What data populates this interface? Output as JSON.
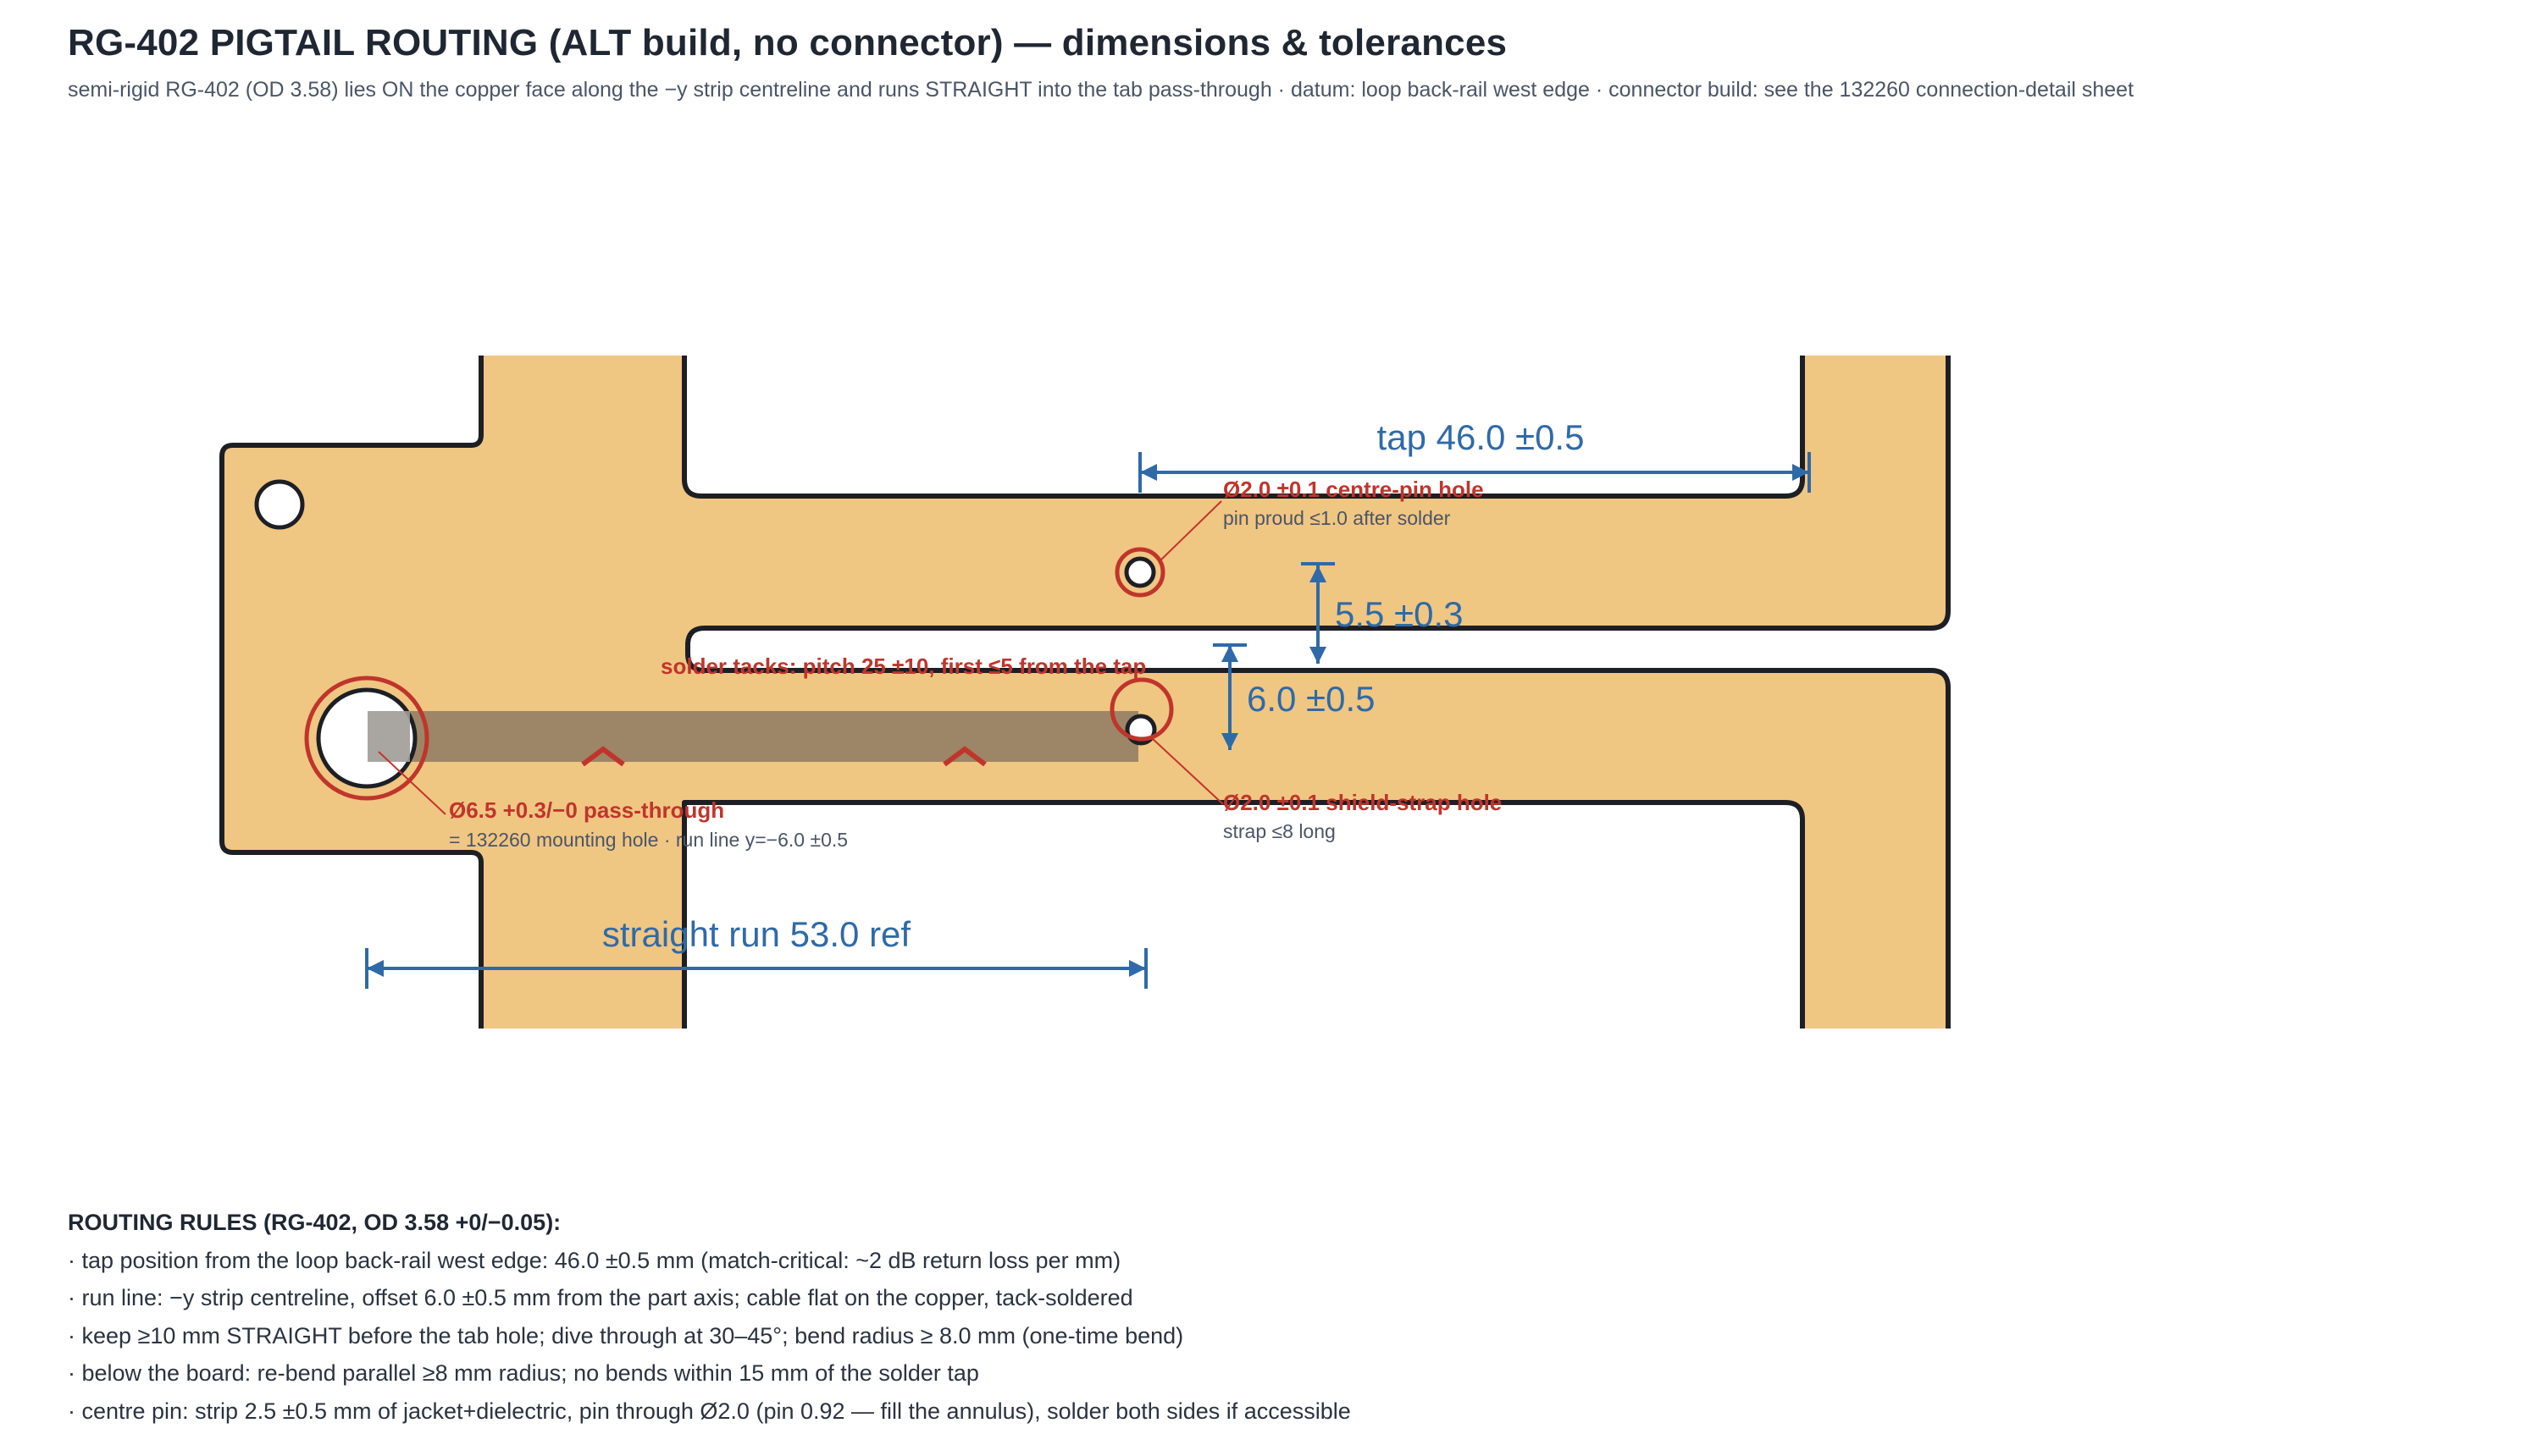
{
  "header": {
    "title": "RG-402 PIGTAIL ROUTING (ALT build, no connector) — dimensions & tolerances",
    "subtitle": "semi-rigid RG-402 (OD 3.58) lies ON the copper face along the −y strip centreline and runs STRAIGHT into the tab pass-through · datum: loop back-rail west edge · connector build: see the 132260 connection-detail sheet"
  },
  "diagram": {
    "colors": {
      "copper": "#f0c683",
      "outline": "#1d1f24",
      "cable": "#9c8667",
      "dimension": "#2f6aa8",
      "callout": "#c0352b"
    },
    "dimensions": {
      "tap": "tap 46.0 ±0.5",
      "upper_gap": "5.5 ±0.3",
      "run_offset": "6.0 ±0.5",
      "straight_run": "straight run 53.0 ref"
    },
    "callouts": {
      "centre_pin_title": "Ø2.0 ±0.1 centre-pin hole",
      "centre_pin_note": "pin proud ≤1.0 after solder",
      "solder_tacks": "solder tacks: pitch 25 ±10, first ≤5 from the tap",
      "pass_through_title": "Ø6.5 +0.3/−0 pass-through",
      "pass_through_note": "= 132260 mounting hole · run line y=−6.0 ±0.5",
      "shield_strap_title": "Ø2.0 ±0.1 shield-strap hole",
      "shield_strap_note": "strap ≤8 long"
    }
  },
  "rules": {
    "heading": "ROUTING RULES (RG-402, OD 3.58 +0/−0.05):",
    "items": [
      "· tap position from the loop back-rail west edge: 46.0 ±0.5 mm (match-critical: ~2 dB return loss per mm)",
      "· run line: −y strip centreline, offset 6.0 ±0.5 mm from the part axis; cable flat on the copper, tack-soldered",
      "· keep ≥10 mm STRAIGHT before the tab hole; dive through at 30–45°; bend radius ≥ 8.0 mm (one-time bend)",
      "· below the board: re-bend parallel ≥8 mm radius; no bends within 15 mm of the solder tap",
      "· centre pin: strip 2.5 ±0.5 mm of jacket+dielectric, pin through Ø2.0 (pin 0.92 — fill the annulus), solder both sides if accessible"
    ]
  }
}
